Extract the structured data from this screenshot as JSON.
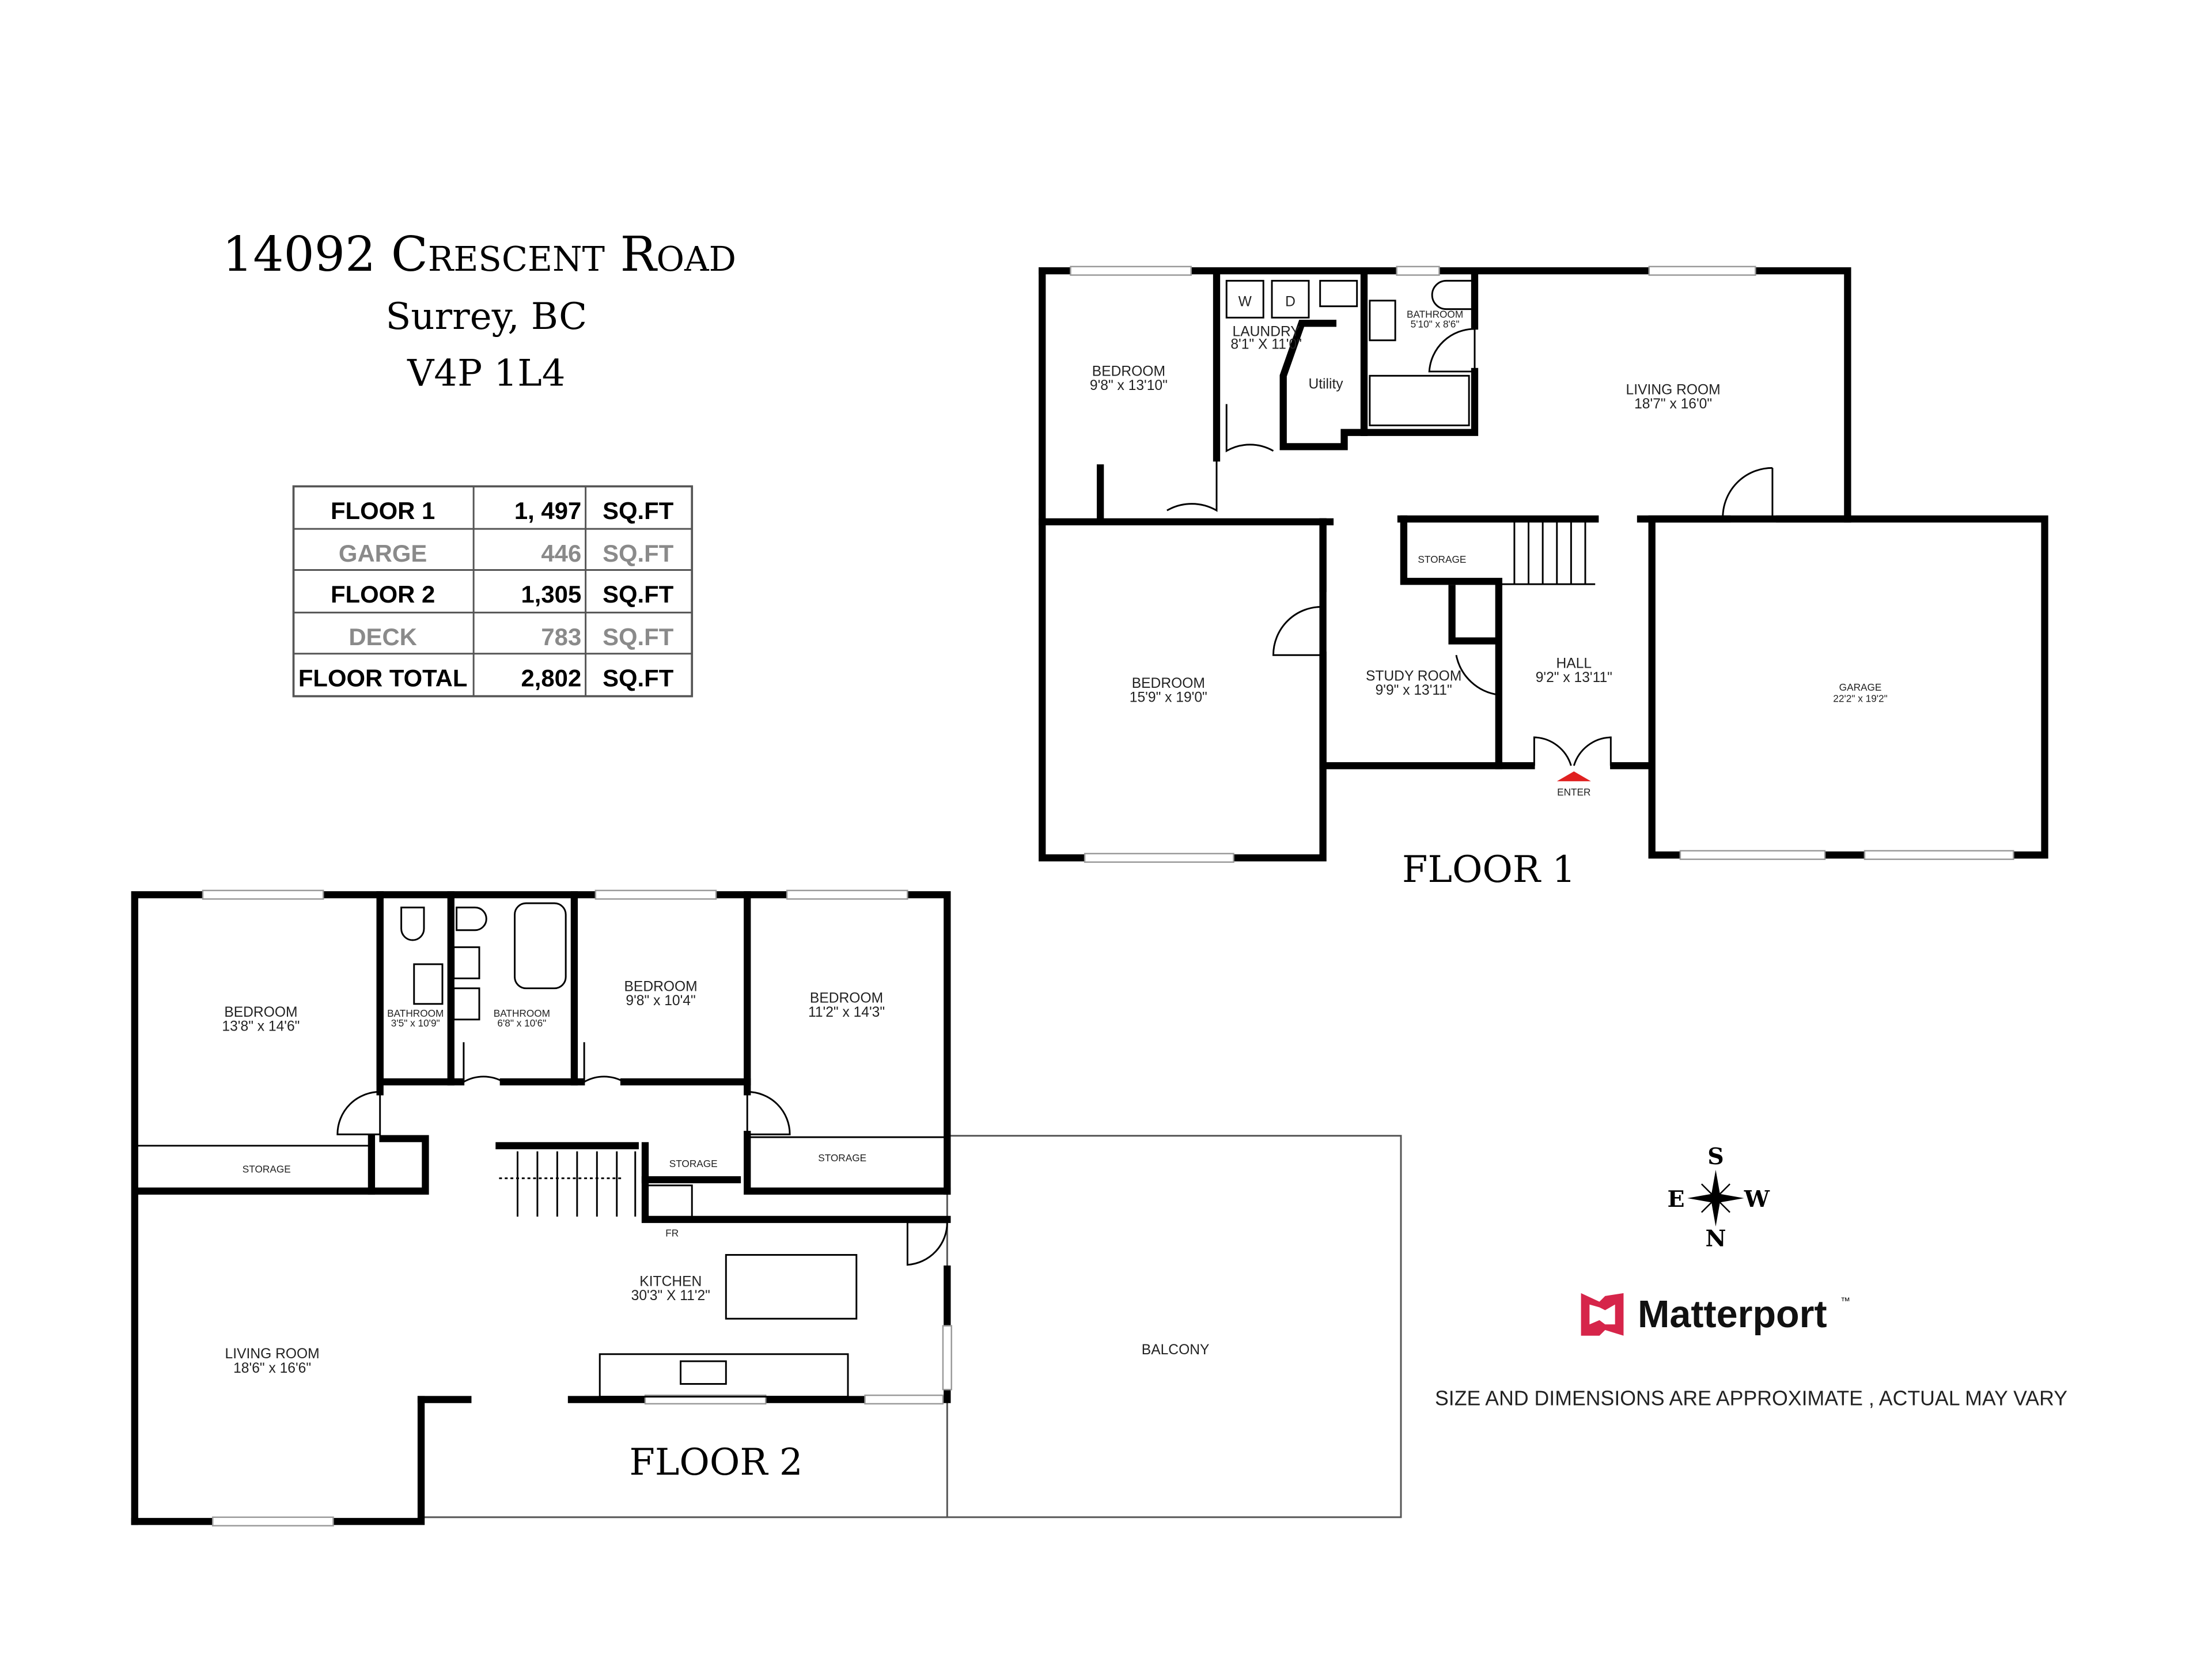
{
  "header": {
    "address": "14092 Crescent Road",
    "city": "Surrey, BC",
    "postal_code": "V4P 1L4"
  },
  "area_table": {
    "rows": [
      {
        "label": "FLOOR 1",
        "value": "1, 497",
        "unit": "SQ.FT",
        "color": "#000000"
      },
      {
        "label": "GARGE",
        "value": "446",
        "unit": "SQ.FT",
        "color": "#8a8a8a"
      },
      {
        "label": "FLOOR 2",
        "value": "1,305",
        "unit": "SQ.FT",
        "color": "#000000"
      },
      {
        "label": "DECK",
        "value": "783",
        "unit": "SQ.FT",
        "color": "#8a8a8a"
      },
      {
        "label": "FLOOR TOTAL",
        "value": "2,802",
        "unit": "SQ.FT",
        "color": "#000000"
      }
    ]
  },
  "floor1": {
    "title": "FLOOR 1",
    "rooms": [
      {
        "name": "BEDROOM",
        "size": "9'8\" x 13'10\""
      },
      {
        "name": "LAUNDRY",
        "size": "8'1\" X 11'0\""
      },
      {
        "name": "BATHROOM",
        "size": "5'10\" x 8'6\""
      },
      {
        "name": "LIVING ROOM",
        "size": "18'7\" x 16'0\""
      },
      {
        "name": "BEDROOM",
        "size": "15'9\" x 19'0\""
      },
      {
        "name": "STUDY ROOM",
        "size": "9'9\" x 13'11\""
      },
      {
        "name": "HALL",
        "size": "9'2\" x 13'11\""
      },
      {
        "name": "GARAGE",
        "size": "22'2\" x 19'2\""
      }
    ],
    "labels": {
      "utility": "Utility",
      "storage": "STORAGE",
      "enter": "ENTER",
      "washer": "W",
      "dryer": "D"
    },
    "enter_color": "#e02020"
  },
  "floor2": {
    "title": "FLOOR 2",
    "rooms": [
      {
        "name": "BEDROOM",
        "size": "13'8\" x 14'6\""
      },
      {
        "name": "BATHROOM",
        "size": "3'5\" x 10'9\""
      },
      {
        "name": "BATHROOM",
        "size": "6'8\" x 10'6\""
      },
      {
        "name": "BEDROOM",
        "size": "9'8\" x 10'4\""
      },
      {
        "name": "BEDROOM",
        "size": "11'2\" x 14'3\""
      },
      {
        "name": "KITCHEN",
        "size": "30'3\" X 11'2\""
      },
      {
        "name": "LIVING ROOM",
        "size": "18'6\" x 16'6\""
      }
    ],
    "labels": {
      "storage_left": "STORAGE",
      "storage_mid": "STORAGE",
      "storage_right": "STORAGE",
      "fridge": "FR",
      "balcony": "BALCONY"
    }
  },
  "compass": {
    "north": "N",
    "south": "S",
    "east": "E",
    "west": "W"
  },
  "brand": {
    "name": "Matterport",
    "tm": "™",
    "color": "#d6254a"
  },
  "disclaimer": "SIZE AND DIMENSIONS ARE APPROXIMATE , ACTUAL MAY VARY"
}
